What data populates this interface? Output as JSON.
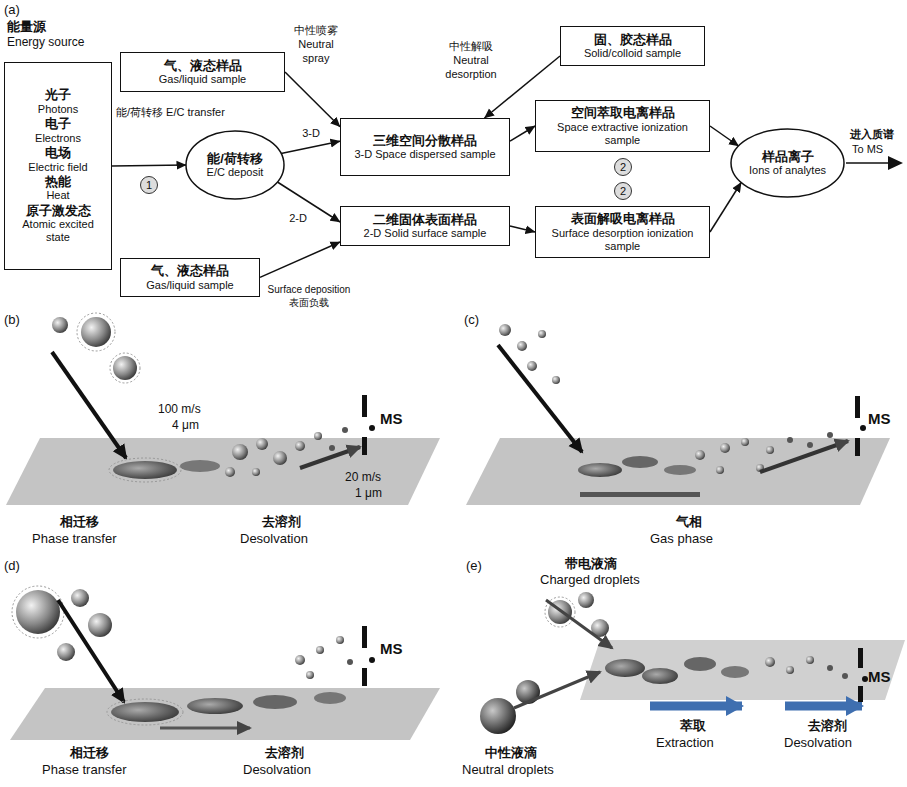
{
  "diagram": {
    "nodes": [
      {
        "text": [
          "能量源",
          "Energy source",
          "光子",
          "Photons",
          "电子",
          "Electrons",
          "电场",
          "Electric field",
          "热能",
          "Heat",
          "原子激发态",
          "Atomic excited state"
        ]
      },
      {
        "text": [
          "气、液态样品",
          "Gas/liquid sample"
        ]
      },
      {
        "text": [
          "能/荷转移",
          "E/C deposit"
        ]
      },
      {
        "text": [
          "三维空间分散样品",
          "3-D Space dispersed sample"
        ]
      },
      {
        "text": [
          "固、胶态样品",
          "Solid/colloid sample"
        ]
      },
      {
        "text": [
          "空间萃取电离样品",
          "Space extractive ionization sample"
        ]
      },
      {
        "text": [
          "二维固体表面样品",
          "2-D Solid surface sample"
        ]
      },
      {
        "text": [
          "表面解吸电离样品",
          "Surface desorption ionization sample"
        ]
      },
      {
        "text": [
          "气、液态样品",
          "Gas/liquid sample"
        ]
      },
      {
        "text": [
          "样品离子",
          "Ions of analytes"
        ]
      }
    ],
    "edges": [
      {
        "from": 0,
        "to": 2,
        "arrow": "to",
        "label": "能/荷转移 E/C transfer"
      },
      {
        "from": 1,
        "to": 3,
        "arrow": "to",
        "label": "中性喷雾 Neutral spray"
      },
      {
        "from": 2,
        "to": 3,
        "arrow": "to",
        "label": "3-D"
      },
      {
        "from": 2,
        "to": 6,
        "arrow": "to",
        "label": "2-D"
      },
      {
        "from": 4,
        "to": 3,
        "arrow": "to",
        "label": "中性解吸 Neutral desorption"
      },
      {
        "from": 3,
        "to": 5,
        "arrow": "to"
      },
      {
        "from": 6,
        "to": 7,
        "arrow": "to"
      },
      {
        "from": 8,
        "to": 6,
        "arrow": "to",
        "label": "Surface deposition 表面负载"
      },
      {
        "from": 5,
        "to": 9,
        "arrow": "to"
      },
      {
        "from": 7,
        "to": 9,
        "arrow": "to"
      }
    ],
    "labels": [
      "(a)",
      "1",
      "进入质谱",
      "To MS",
      "2",
      "2",
      "(b)",
      "100 m/s",
      "4 μm",
      "20 m/s",
      "1 μm",
      "MS",
      "相迁移",
      "Phase transfer",
      "去溶剂",
      "Desolvation",
      "(c)",
      "MS",
      "气相",
      "Gas phase",
      "(d)",
      "MS",
      "相迁移",
      "Phase transfer",
      "去溶剂",
      "Desolvation",
      "(e)",
      "带电液滴",
      "Charged droplets",
      "中性液滴",
      "Neutral droplets",
      "萃取",
      "Extraction",
      "去溶剂",
      "Desolvation",
      "MS"
    ]
  }
}
